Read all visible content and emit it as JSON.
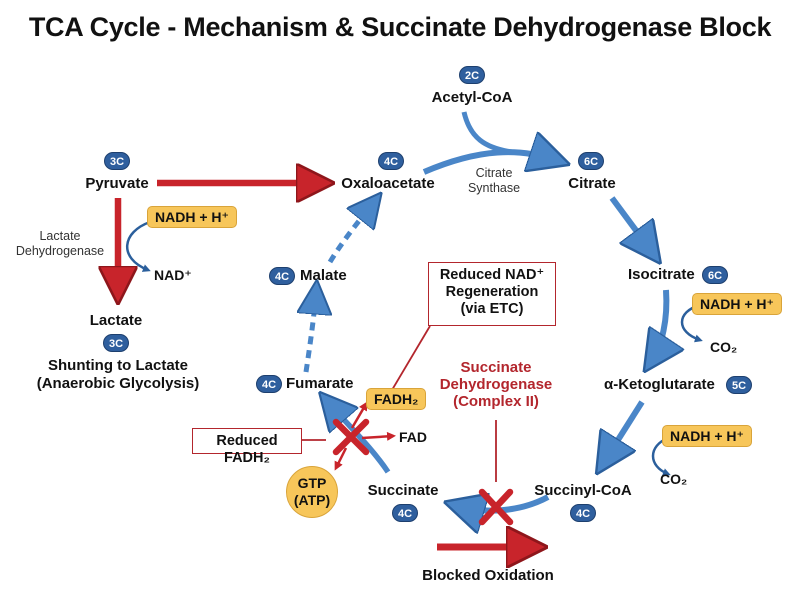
{
  "title": "TCA Cycle - Mechanism & Succinate Dehydrogenase Block",
  "metabolites": {
    "acetyl_coa": {
      "label": "Acetyl-CoA",
      "carbons": "2C"
    },
    "pyruvate": {
      "label": "Pyruvate",
      "carbons": "3C"
    },
    "oxaloacetate": {
      "label": "Oxaloacetate",
      "carbons": "4C"
    },
    "citrate": {
      "label": "Citrate",
      "carbons": "6C"
    },
    "isocitrate": {
      "label": "Isocitrate",
      "carbons": "6C"
    },
    "alpha_ketoglutarate": {
      "label": "α-Ketoglutarate",
      "carbons": "5C"
    },
    "succinyl_coa": {
      "label": "Succinyl-CoA",
      "carbons": "4C"
    },
    "succinate": {
      "label": "Succinate",
      "carbons": "4C"
    },
    "fumarate": {
      "label": "Fumarate",
      "carbons": "4C"
    },
    "malate": {
      "label": "Malate",
      "carbons": "4C"
    },
    "lactate": {
      "label": "Lactate",
      "carbons": "3C"
    }
  },
  "cofactors": {
    "nadh_pyruvate": "NADH + H⁺",
    "nad_plus": "NAD⁺",
    "nadh_isocitrate": "NADH + H⁺",
    "co2_isocitrate": "CO₂",
    "nadh_akg": "NADH + H⁺",
    "co2_akg": "CO₂",
    "fadh2": "FADH₂",
    "fad": "FAD",
    "gtp_line1": "GTP",
    "gtp_line2": "(ATP)"
  },
  "enzymes": {
    "citrate_synthase_line1": "Citrate",
    "citrate_synthase_line2": "Synthase",
    "ldh_line1": "Lactate",
    "ldh_line2": "Dehydrogenase",
    "sdh_line1": "Succinate",
    "sdh_line2": "Dehydrogenase",
    "sdh_line3": "(Complex II)"
  },
  "annotations": {
    "shunting_line1": "Shunting to Lactate",
    "shunting_line2": "(Anaerobic Glycolysis)",
    "reduced_nad_line1": "Reduced NAD⁺",
    "reduced_nad_line2": "Regeneration",
    "reduced_nad_line3": "(via ETC)",
    "reduced_fadh2": "Reduced FADH₂",
    "blocked_oxidation": "Blocked Oxidation"
  },
  "colors": {
    "blue_arrow": "#4a86c8",
    "blue_arrow_dark": "#2b5f9c",
    "red_arrow": "#c8242b",
    "badge": "#2f5f9e",
    "pill": "#f7c65a",
    "block_red": "#c8242b"
  }
}
